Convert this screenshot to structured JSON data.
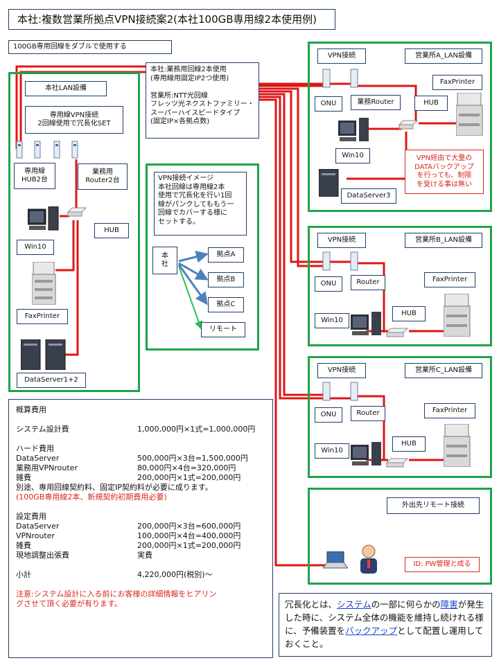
{
  "title": "本社:複数営業所拠点VPN接続案2(本社100GB専用線2本使用例)",
  "dual_note": "100GB専用回線をダブルで使用する",
  "hq": {
    "lan_label": "本社LAN設備",
    "vpn_label": "専用線VPN接続\n2回線使用で冗長化SET",
    "hub2_label": "専用線\nHUB2台",
    "router2_label": "業務用\nRouter2台",
    "hub_label": "HUB",
    "win_label": "Win10",
    "fax_label": "FaxPrinter",
    "server_label": "DataServer1+2"
  },
  "line_info": "本社:業務用回線2本使用\n(専用線用固定IP2つ使用)\n\n営業所:NTT光回線\nフレッツ光ネクストファミリー・\nスーパーハイスピードタイプ\n(固定IP×各拠点数)",
  "vpn_image": {
    "text": "VPN接続イメージ\n本社回線は専用線2本\n使用で冗長化を行い1回\n線がパンクしてももう一\n回線でカバーする様に\nセットする。",
    "hq": "本\n社",
    "a": "拠点A",
    "b": "拠点B",
    "c": "拠点C",
    "remote": "リモート"
  },
  "site_a": {
    "vpn": "VPN接続",
    "title": "営業所A_LAN設備",
    "onu": "ONU",
    "router": "業務Router",
    "hub": "HUB",
    "fax": "FaxPrinter",
    "win": "Win10",
    "server": "DataServer3",
    "note": "VPN経由で大量の\nDATAバックアップ\nを行っても、制限\nを受ける事は無い"
  },
  "site_b": {
    "vpn": "VPN接続",
    "title": "営業所B_LAN設備",
    "onu": "ONU",
    "router": "Router",
    "fax": "FaxPrinter",
    "hub": "HUB",
    "win": "Win10"
  },
  "site_c": {
    "vpn": "VPN接続",
    "title": "営業所C_LAN設備",
    "onu": "ONU",
    "router": "Router",
    "fax": "FaxPrinter",
    "hub": "HUB",
    "win": "Win10"
  },
  "remote": {
    "title": "外出先リモート接続",
    "note": "ID: PW管理と成る"
  },
  "cost": {
    "heading": "概算費用",
    "design": {
      "label": "システム設計費",
      "value": "1,000,000円×1式=1,000,000円"
    },
    "hard_heading": "ハード費用",
    "hard": [
      {
        "label": "DataServer",
        "value": "500,000円×3台=1,500,000円"
      },
      {
        "label": "業務用VPNrouter",
        "value": "80,000円×4台=320,000円"
      },
      {
        "label": "雑費",
        "value": "200,000円×1式=200,000円"
      }
    ],
    "hard_note": "別途、専用回線契約料、固定IP契約料が必要に成ります。",
    "hard_note_red": "(100GB専用線2本、新規契約初期費用必要)",
    "setup_heading": "設定費用",
    "setup": [
      {
        "label": "DataServer",
        "value": "200,000円×3台=600,000円"
      },
      {
        "label": "VPNrouter",
        "value": "100,000円×4台=400,000円"
      },
      {
        "label": "雑費",
        "value": "200,000円×1式=200,000円"
      },
      {
        "label": "現地調整出張費",
        "value": "実費"
      }
    ],
    "subtotal": {
      "label": "小計",
      "value": "4,220,000円(税別)〜"
    },
    "caution": "注意:システム設計に入る前にお客様の詳細情報をヒアリン\nグさせて頂く必要が有ります。"
  },
  "redundancy": {
    "p1": "冗長化とは、",
    "link1": "システム",
    "p2": "の一部に何らかの",
    "link2": "障害",
    "p3": "が発生した時に、システム全体の機能を維持し続けれる様に、予備装置を",
    "link3": "バックアップ",
    "p4": "として配置し運用しておくこと。"
  },
  "colors": {
    "line_red": "#e01515",
    "frame_green": "#1fa34a",
    "box_border": "#1f3c66",
    "note_red": "#d8261c",
    "link_blue": "#1a3ecf",
    "arrow_blue": "#4f81bd",
    "arrow_green": "#2fbf4f"
  }
}
